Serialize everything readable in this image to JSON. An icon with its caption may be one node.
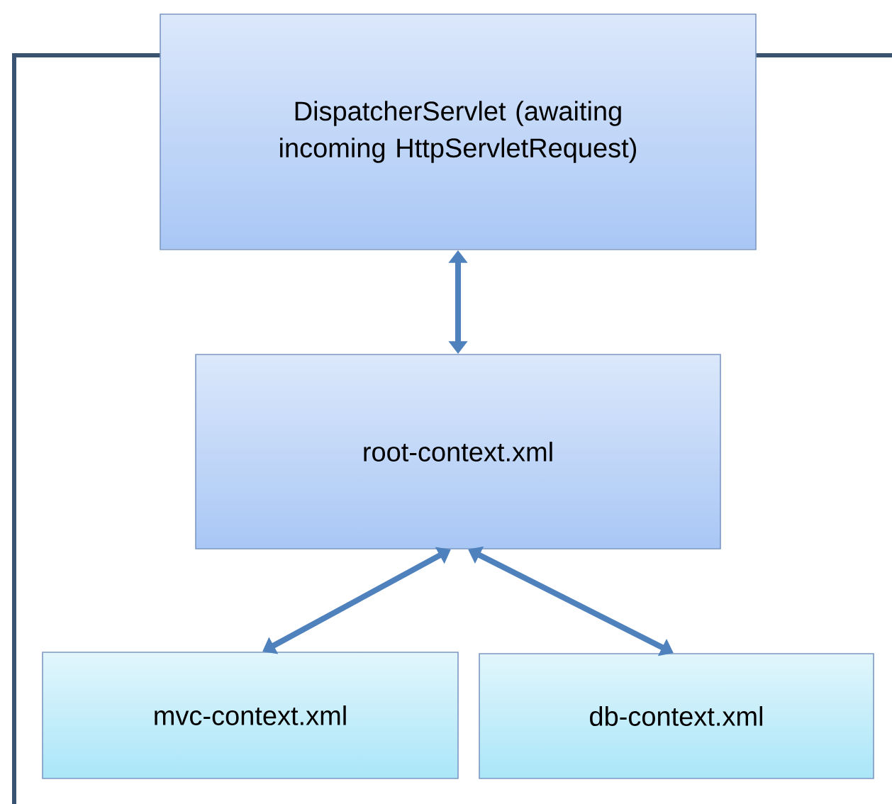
{
  "diagram": {
    "nodes": [
      {
        "text": [
          "DispatcherServlet (awaiting incoming HttpServletRequest)"
        ]
      },
      {
        "text": [
          "root-context.xml"
        ]
      },
      {
        "text": [
          "mvc-context.xml"
        ]
      },
      {
        "text": [
          "db-context.xml"
        ]
      }
    ],
    "edges": [
      {
        "from": 0,
        "to": 1,
        "arrow": "both"
      },
      {
        "from": 1,
        "to": 2,
        "arrow": "both"
      },
      {
        "from": 1,
        "to": 3,
        "arrow": "both"
      }
    ]
  }
}
